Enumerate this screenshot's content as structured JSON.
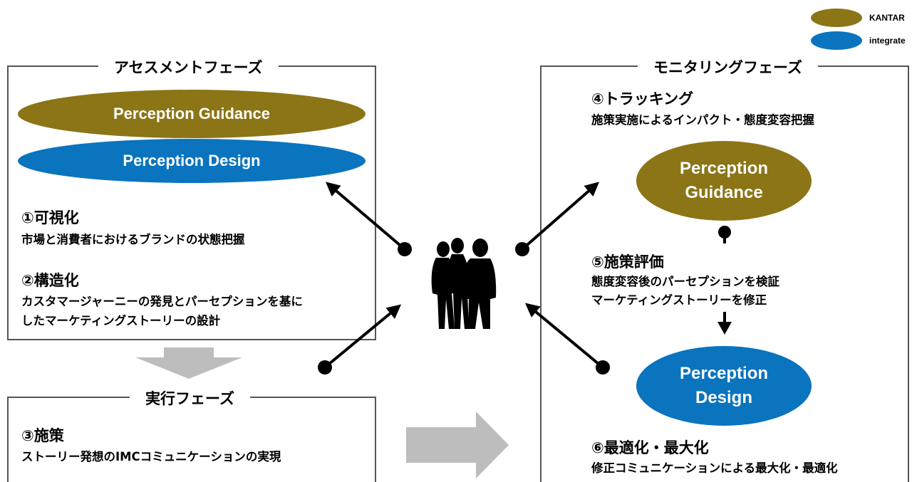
{
  "colors": {
    "kantar": "#8B7516",
    "integrate": "#0A74BE",
    "gray_arrow": "#BDBDBD"
  },
  "legend": [
    {
      "label": "KANTAR",
      "color": "#8B7516"
    },
    {
      "label": "integrate",
      "color": "#0A74BE"
    }
  ],
  "assessment": {
    "title": "アセスメントフェーズ",
    "ellipse_guidance": "Perception Guidance",
    "ellipse_design": "Perception Design",
    "steps": [
      {
        "title": "①可視化",
        "desc": [
          "市場と消費者におけるブランドの状態把握"
        ]
      },
      {
        "title": "②構造化",
        "desc": [
          "カスタマージャーニーの発見とパーセプションを基に",
          "したマーケティングストーリーの設計"
        ]
      }
    ]
  },
  "execution": {
    "title": "実行フェーズ",
    "steps": [
      {
        "title": "③施策",
        "desc": [
          "ストーリー発想のIMCコミュニケーションの実現"
        ]
      }
    ]
  },
  "monitoring": {
    "title": "モニタリングフェーズ",
    "steps": [
      {
        "title": "④トラッキング",
        "desc": [
          "施策実施によるインパクト・態度変容把握"
        ]
      },
      {
        "title": "⑤施策評価",
        "desc": [
          "態度変容後のパーセプションを検証",
          "マーケティングストーリーを修正"
        ]
      },
      {
        "title": "⑥最適化・最大化",
        "desc": [
          "修正コミュニケーションによる最大化・最適化"
        ]
      }
    ],
    "ellipse_guidance": [
      "Perception",
      "Guidance"
    ],
    "ellipse_design": [
      "Perception",
      "Design"
    ]
  }
}
